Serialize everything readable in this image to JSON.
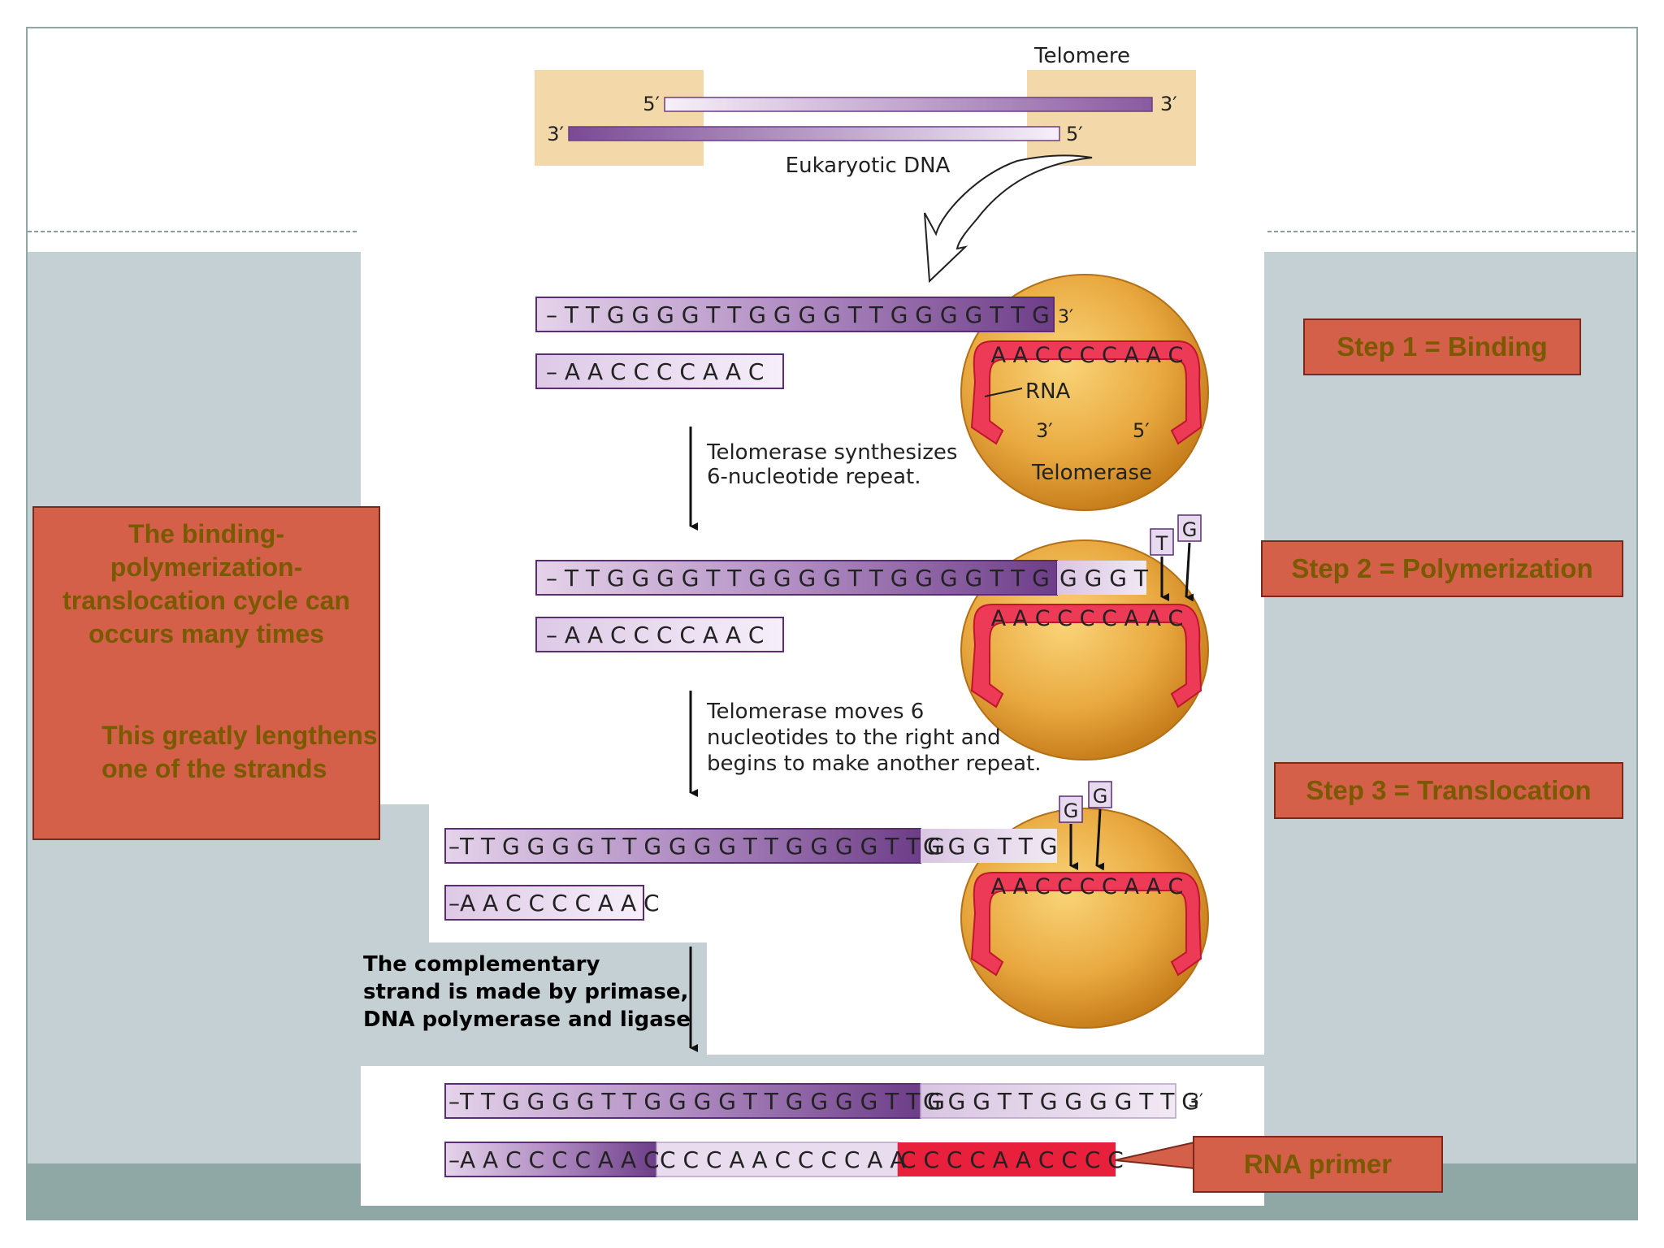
{
  "labels": {
    "telomere": "Telomere",
    "eukaryotic_dna": "Eukaryotic DNA",
    "five_prime": "5′",
    "three_prime": "3′",
    "rna": "RNA",
    "telomerase": "Telomerase"
  },
  "sequences": {
    "stage1_top": "– T T G G G G T T G G G G T T G G G G T T G",
    "stage1_bottom": "– A A C C C C A A C",
    "stage2_top_old": "– T T G G G G T T G G G G T T G G G G T T G",
    "stage2_top_new": "G G G T",
    "stage2_bottom": "– A A C C C C A A C",
    "stage3_top_old": "–T T G G G G T T G G G G T T G G G G T T G",
    "stage3_top_new": "G G G T T G",
    "stage3_bottom": "–A A C C C C A A C",
    "final_top_old": "–T T G G G G T T G G G G T T G G G G T T G",
    "final_top_new": "G G G T T G G G G T T G",
    "final_bottom_a": "–A A C C C C A A C",
    "final_bottom_b": "C C C A A C C C C A A",
    "final_bottom_primer": "C C C C A A C C C C",
    "template": "A A C C C C A A C"
  },
  "nucleotides": {
    "stage2_incoming": [
      "T",
      "G"
    ],
    "stage3_incoming": [
      "G",
      "G"
    ]
  },
  "steps": {
    "synthesize": [
      "Telomerase synthesizes",
      "6-nucleotide repeat."
    ],
    "move": [
      "Telomerase moves 6",
      "nucleotides to the right and",
      "begins to make another repeat."
    ]
  },
  "callouts": {
    "step1": "Step 1 = Binding",
    "step2": "Step 2 = Polymerization",
    "step3": "Step 3 = Translocation",
    "cycle": "The binding-polymerization-translocation cycle can occurs many times",
    "lengthens_line1": "This greatly lengthens",
    "lengthens_line2": "one of the strands",
    "rna_primer": "RNA primer"
  },
  "notes": {
    "complementary": [
      "The complementary",
      "strand is made by primase,",
      "DNA polymerase and ligase"
    ]
  },
  "colors": {
    "slide_bg_band": "#c4d0d3",
    "slide_bottom_band": "#8fa8a6",
    "telomere_box": "#f3d9a9",
    "strand_purple": "#8a5aa0",
    "callout_fill": "#d4604a",
    "callout_text": "#7a5a00",
    "rna_red": "#e8203c"
  }
}
